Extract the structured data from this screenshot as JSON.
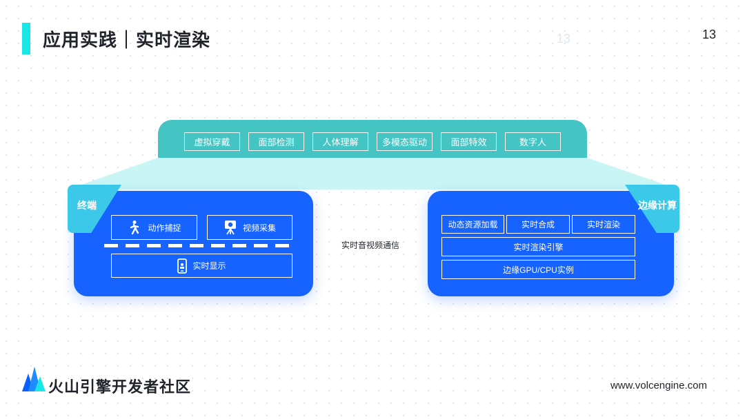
{
  "header": {
    "title": "应用实践｜实时渲染",
    "page_number": "13",
    "ghost_page_number": "13"
  },
  "top_bar": {
    "chips": [
      "虚拟穿戴",
      "面部检测",
      "人体理解",
      "多模态驱动",
      "面部特效",
      "数字人"
    ]
  },
  "terminal": {
    "label": "终端",
    "motion_capture": "动作捕捉",
    "video_capture": "视频采集",
    "realtime_display": "实时显示"
  },
  "middle": {
    "label": "实时音视频通信"
  },
  "edge": {
    "label": "边缘计算",
    "dynamic_loading": "动态资源加载",
    "realtime_compose": "实时合成",
    "realtime_render": "实时渲染",
    "render_engine": "实时渲染引擎",
    "gpu_instance": "边缘GPU/CPU实例"
  },
  "footer": {
    "brand": "火山引擎开发者社区",
    "website": "www.volcengine.com"
  },
  "colors": {
    "accent": "#19e6e6",
    "top_bar": "#45c4c4",
    "beam": "#c9f5f5",
    "panel": "#1763ff",
    "tag": "#3cc8e8"
  }
}
